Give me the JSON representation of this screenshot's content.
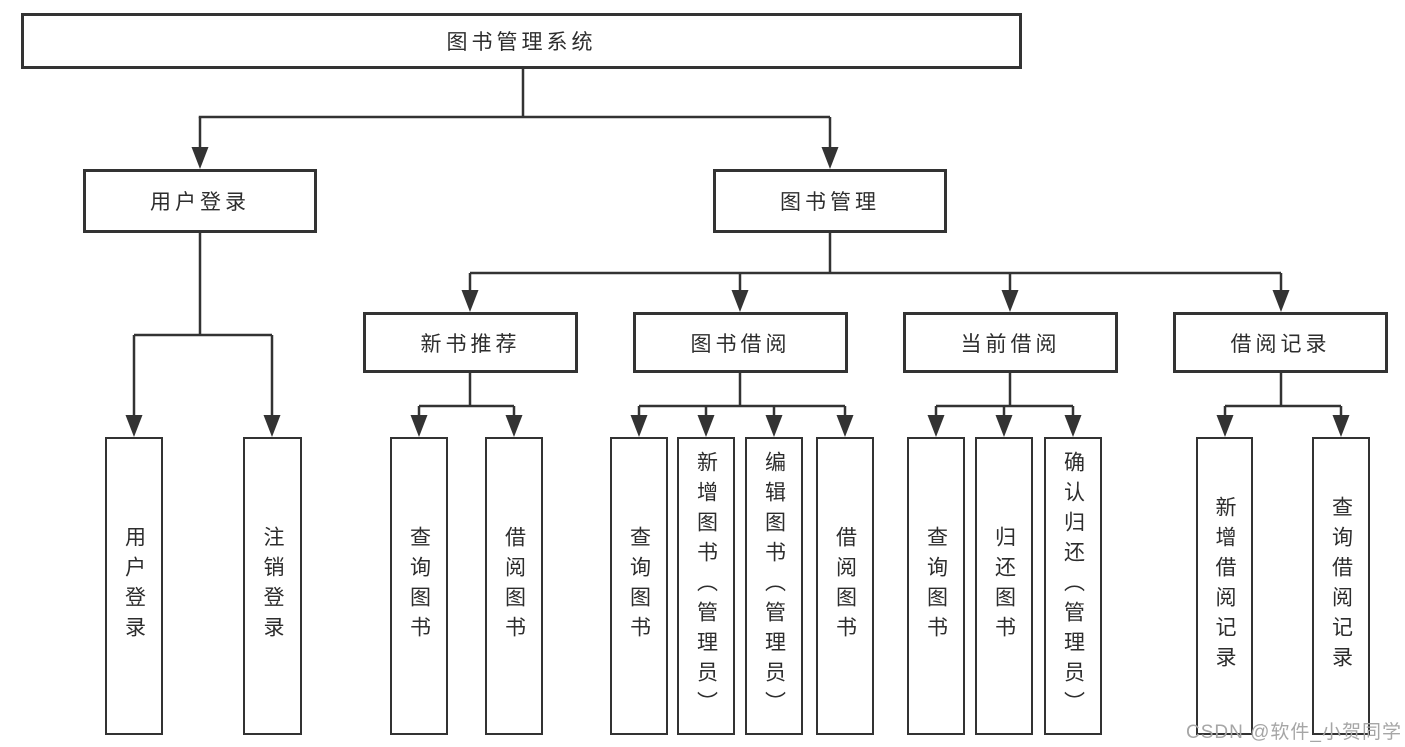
{
  "diagram": {
    "type": "tree",
    "title": "图书管理系统",
    "colors": {
      "line": "#333333",
      "text": "#2d2d2d",
      "box_border": "#333333",
      "background": "#ffffff",
      "watermark": "#a6a6a6"
    },
    "nodes": {
      "root": "图书管理系统",
      "user_login": "用户登录",
      "book_mgmt": "图书管理",
      "new_book_rec": "新书推荐",
      "book_borrow": "图书借阅",
      "current_borrow": "当前借阅",
      "borrow_record": "借阅记录",
      "leaf_user_login": "用户登录",
      "leaf_logout": "注销登录",
      "rec_query_book": "查询图书",
      "rec_borrow_book": "借阅图书",
      "bb_query_book": "查询图书",
      "bb_add_book": "新增图书（管理员）",
      "bb_edit_book": "编辑图书（管理员）",
      "bb_borrow_book": "借阅图书",
      "cb_query_book": "查询图书",
      "cb_return_book": "归还图书",
      "cb_confirm_return": "确认归还（管理员）",
      "br_add_record": "新增借阅记录",
      "br_query_record": "查询借阅记录"
    },
    "structure": {
      "图书管理系统": {
        "用户登录": [
          "用户登录",
          "注销登录"
        ],
        "图书管理": {
          "新书推荐": [
            "查询图书",
            "借阅图书"
          ],
          "图书借阅": [
            "查询图书",
            "新增图书（管理员）",
            "编辑图书（管理员）",
            "借阅图书"
          ],
          "当前借阅": [
            "查询图书",
            "归还图书",
            "确认归还（管理员）"
          ],
          "借阅记录": [
            "新增借阅记录",
            "查询借阅记录"
          ]
        }
      }
    }
  },
  "watermark": {
    "text": "CSDN @软件_小贺同学"
  }
}
